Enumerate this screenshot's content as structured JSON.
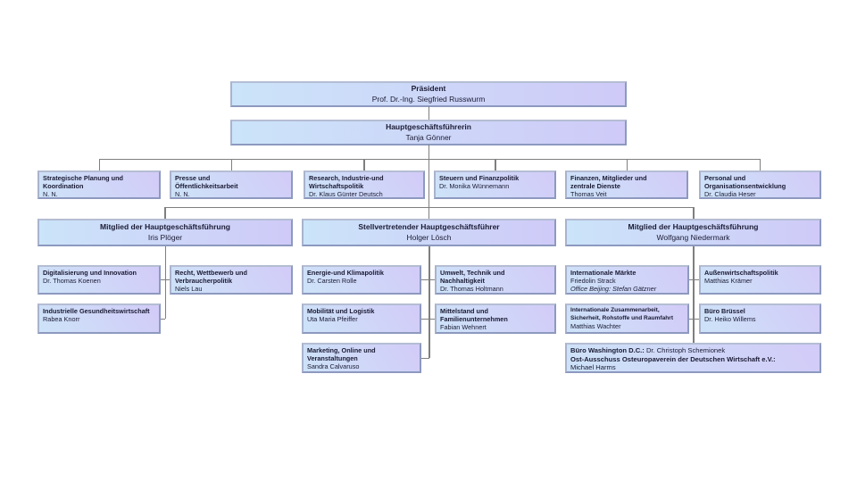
{
  "chart": {
    "president": {
      "title": "Präsident",
      "name": "Prof. Dr.-Ing. Siegfried Russwurm"
    },
    "ceo": {
      "title": "Hauptgeschäftsführerin",
      "name": "Tanja Gönner"
    },
    "departments": [
      {
        "title": "Strategische Planung und\nKoordination",
        "name": "N. N."
      },
      {
        "title": "Presse und\nÖffentlichkeitsarbeit",
        "name": "N. N."
      },
      {
        "title": "Research, Industrie-und\nWirtschaftspolitik",
        "name": "Dr. Klaus Günter Deutsch"
      },
      {
        "title": "Steuern und Finanzpolitik",
        "name": "Dr. Monika Wünnemann"
      },
      {
        "title": "Finanzen, Mitglieder und\nzentrale Dienste",
        "name": "Thomas Veit"
      },
      {
        "title": "Personal und\nOrganisationsentwicklung",
        "name": "Dr. Claudia Heser"
      }
    ],
    "executives": [
      {
        "title": "Mitglied der Hauptgeschäftsführung",
        "name": "Iris Plöger"
      },
      {
        "title": "Stellvertretender Hauptgeschäftsführer",
        "name": "Holger Lösch"
      },
      {
        "title": "Mitglied der Hauptgeschäftsführung",
        "name": "Wolfgang Niedermark"
      }
    ],
    "group1": {
      "left": [
        {
          "title": "Digitalisierung und Innovation",
          "name": "Dr. Thomas Koenen"
        },
        {
          "title": "Industrielle Gesundheitswirtschaft",
          "name": "Rabea Knorr"
        }
      ],
      "right": [
        {
          "title": "Recht, Wettbewerb und\nVerbraucherpolitik",
          "name": "Niels Lau"
        }
      ]
    },
    "group2": {
      "left": [
        {
          "title": "Energie-und Klimapolitik",
          "name": "Dr. Carsten Rolle"
        },
        {
          "title": "Mobilität und Logistik",
          "name": "Uta Maria Pfeiffer"
        },
        {
          "title": "Marketing, Online und\nVeranstaltungen",
          "name": "Sandra Calvaruso"
        }
      ],
      "right": [
        {
          "title": "Umwelt, Technik und Nachhaltigkeit",
          "name": "Dr. Thomas Holtmann"
        },
        {
          "title": "Mittelstand und\nFamilienunternehmen",
          "name": "Fabian Wehnert"
        }
      ]
    },
    "group3": {
      "left": [
        {
          "title": "Internationale Märkte",
          "name": "Friedolin Strack",
          "note": "Office Beijing: Stefan Gätzner"
        },
        {
          "title": "Internationale Zusammenarbeit,\nSicherheit, Rohstoffe und Raumfahrt",
          "name": "Matthias Wachter"
        }
      ],
      "right": [
        {
          "title": "Außenwirtschaftspolitik",
          "name": "Matthias Krämer"
        },
        {
          "title": "Büro Brüssel",
          "name": "Dr. Heiko Willems"
        }
      ],
      "wide": {
        "line1_bold": "Büro Washington D.C.:",
        "line1_rest": "Dr. Christoph Schemionek",
        "line2_bold": "Ost-Ausschuss Osteuropaverein der Deutschen Wirtschaft e.V.:",
        "line3": "Michael Harms"
      }
    },
    "colors": {
      "box_blue": "#cbe4f9",
      "box_lavender": "#cfcaf8",
      "border": "#8d99bf",
      "connector": "#7f7f7f",
      "text": "#1a1a33"
    }
  }
}
